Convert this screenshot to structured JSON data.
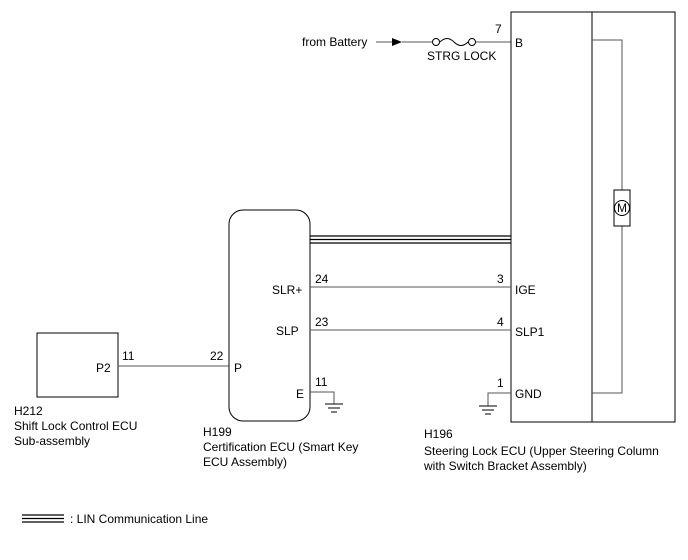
{
  "battery_label": "from Battery",
  "fuse_label": "STRG LOCK",
  "shift_ecu": {
    "code": "H212",
    "name_line1": "Shift Lock Control ECU",
    "name_line2": "Sub-assembly",
    "pin_p2": "P2",
    "pin_p2_num": "11"
  },
  "cert_ecu": {
    "code": "H199",
    "name_line1": "Certification ECU (Smart Key",
    "name_line2": "ECU Assembly)",
    "pin_slr": "SLR+",
    "pin_slr_num": "24",
    "pin_slp": "SLP",
    "pin_slp_num": "23",
    "pin_p": "P",
    "pin_p_num": "22",
    "pin_e": "E",
    "pin_e_num": "11"
  },
  "steer_ecu": {
    "code": "H196",
    "name_line1": "Steering Lock ECU (Upper Steering Column",
    "name_line2": "with Switch Bracket Assembly)",
    "pin_b": "B",
    "pin_b_num": "7",
    "pin_ige": "IGE",
    "pin_ige_num": "3",
    "pin_slp1": "SLP1",
    "pin_slp1_num": "4",
    "pin_gnd": "GND",
    "pin_gnd_num": "1",
    "motor_symbol": "M"
  },
  "legend": {
    "label": ": LIN Communication Line"
  }
}
